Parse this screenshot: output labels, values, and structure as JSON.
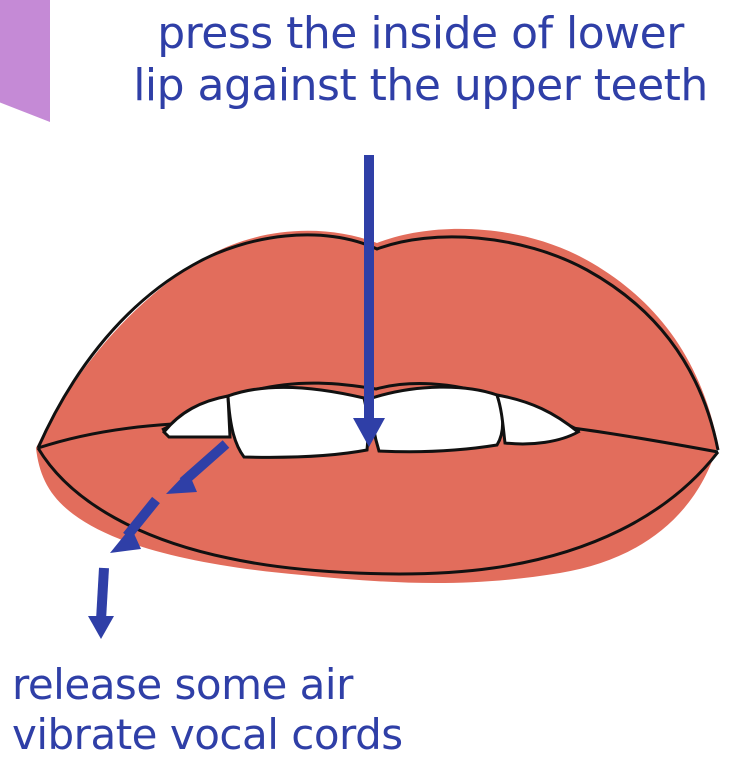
{
  "instructions": {
    "top": {
      "line1": "press the inside of lower",
      "line2": "lip against the upper teeth"
    },
    "bottom": {
      "line1": "release some air",
      "line2": "vibrate vocal cords"
    }
  },
  "colors": {
    "text": "#2f3fa7",
    "lip": "#e26d5c",
    "teeth": "#ffffff",
    "outline": "#111111",
    "corner_tab": "#c58ad6"
  }
}
